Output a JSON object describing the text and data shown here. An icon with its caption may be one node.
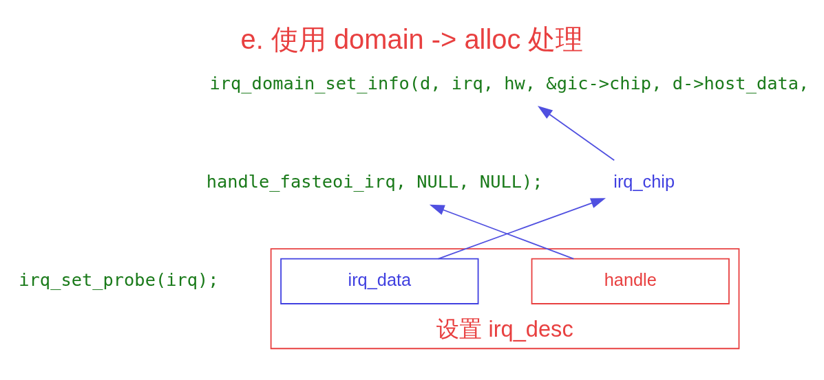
{
  "diagram": {
    "title": "e. 使用 domain -> alloc 处理",
    "nodes": [
      {
        "text": [
          "irq_domain_set_info(d, irq, hw, &gic->chip, d->host_data,"
        ]
      },
      {
        "text": [
          "handle_fasteoi_irq, NULL, NULL);"
        ]
      },
      {
        "text": [
          "irq_set_probe(irq);"
        ]
      },
      {
        "text": [
          "设置 irq_desc"
        ]
      },
      {
        "text": [
          "handle"
        ],
        "in": 3
      },
      {
        "text": [
          "irq_data"
        ],
        "in": 3
      },
      {
        "text": [
          "irq_chip"
        ]
      }
    ],
    "edges": [
      {
        "from": 4,
        "to": 1,
        "arrow": "to"
      },
      {
        "from": 6,
        "to": 0,
        "arrow": "to"
      },
      {
        "from": 5,
        "to": 6,
        "arrow": "to"
      }
    ]
  }
}
